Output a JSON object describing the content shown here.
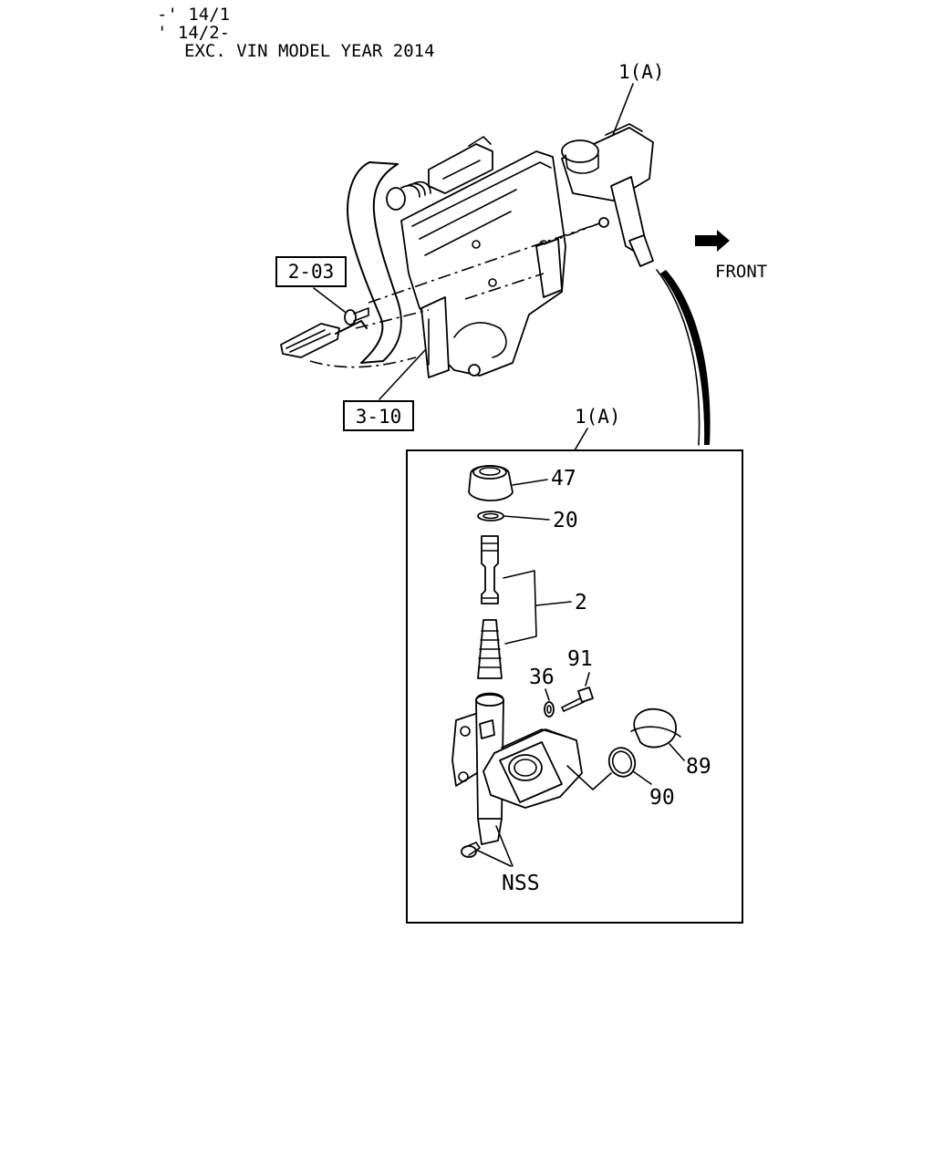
{
  "header": {
    "lines": [
      "-' 14/1",
      "' 14/2-",
      "EXC. VIN MODEL YEAR 2014"
    ]
  },
  "callouts": {
    "top_assembly": "1(A)",
    "front": "FRONT",
    "ref_pedal": "2-03",
    "ref_bracket": "3-10",
    "detail_title": "1(A)"
  },
  "parts": {
    "p47": "47",
    "p20": "20",
    "p2": "2",
    "p91": "91",
    "p36": "36",
    "p89": "89",
    "p90": "90",
    "nss": "NSS"
  }
}
